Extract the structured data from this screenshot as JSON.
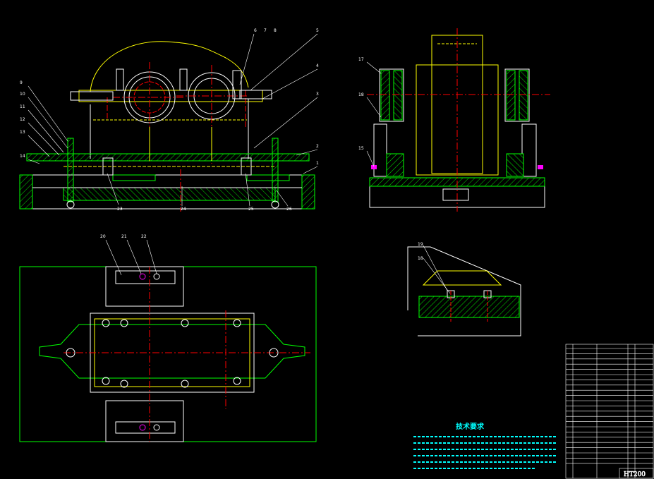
{
  "colors": {
    "background": "#000000",
    "outline": "#ffffff",
    "section_hatch": "#00ff00",
    "center_line": "#ff0000",
    "hidden_line": "#ffff00",
    "dimension": "#ffffff",
    "text_highlight": "#00ffff",
    "bolt": "#ff00ff"
  },
  "front_view": {
    "part_labels_top": [
      "6",
      "7",
      "8",
      "5",
      "4",
      "3"
    ],
    "part_labels_left": [
      "9",
      "10",
      "11",
      "12",
      "13",
      "14"
    ],
    "part_labels_right": [
      "2",
      "1"
    ],
    "part_labels_bottom": [
      "23",
      "24",
      "25",
      "26"
    ]
  },
  "side_view": {
    "part_labels": [
      "17",
      "18",
      "15"
    ]
  },
  "detail_view": {
    "part_labels": [
      "19",
      "18"
    ]
  },
  "plan_view": {
    "part_labels": [
      "20",
      "21",
      "22"
    ]
  },
  "technical_requirements": {
    "title": "技术要求"
  },
  "title_block": {
    "material": "HT200"
  }
}
